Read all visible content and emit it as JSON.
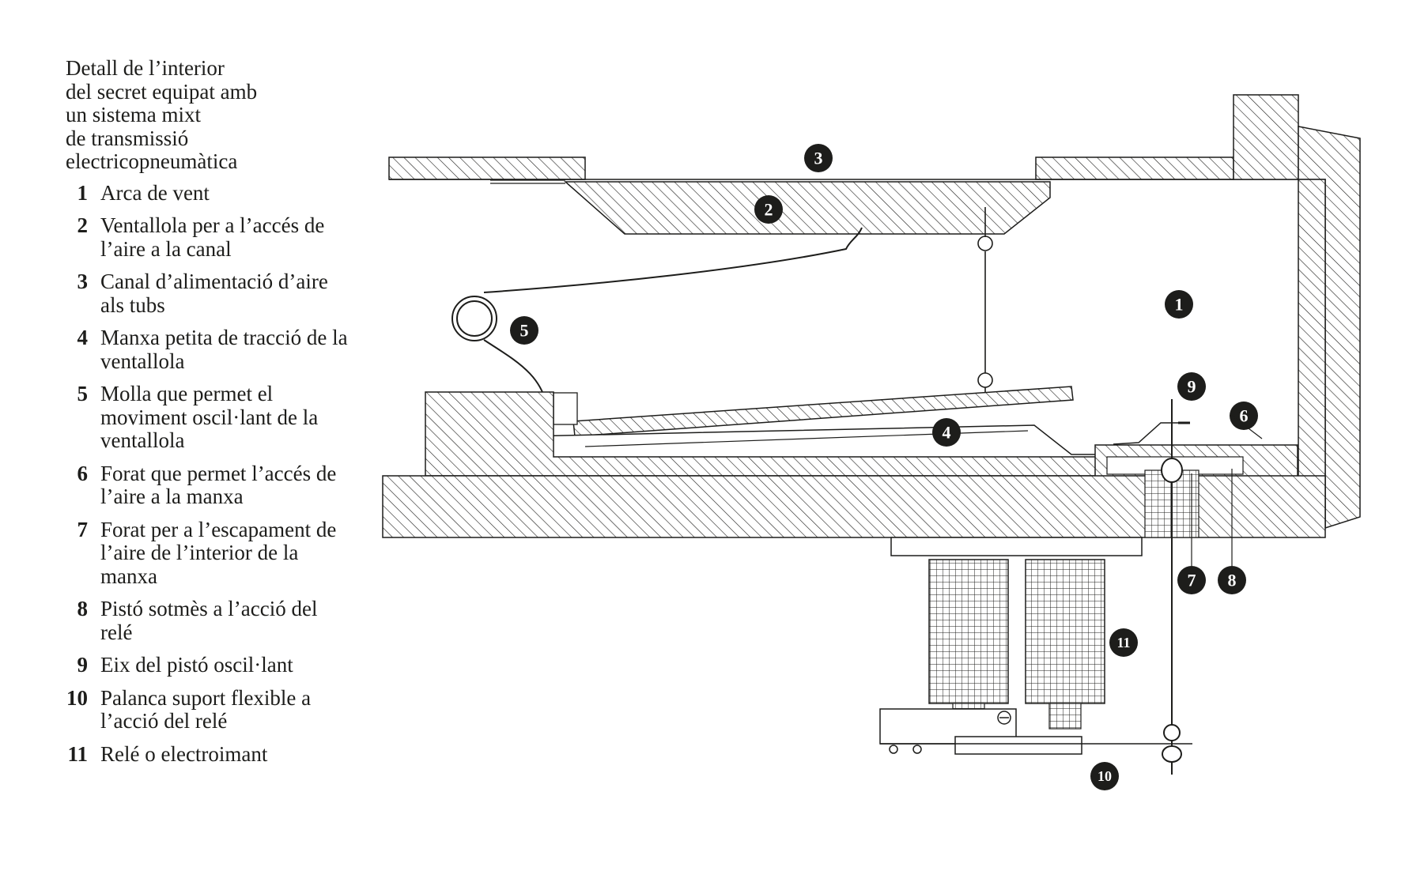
{
  "legend": {
    "title_lines": [
      "Detall de l’interior",
      "del secret equipat amb",
      "un sistema mixt",
      "de transmissió",
      "electricopneumàtica"
    ],
    "items": [
      {
        "num": "1",
        "text": "Arca de vent"
      },
      {
        "num": "2",
        "text": "Ventallola per a l’accés de l’aire a la canal"
      },
      {
        "num": "3",
        "text": "Canal d’alimentació d’aire als tubs"
      },
      {
        "num": "4",
        "text": "Manxa petita de tracció de la ventallola"
      },
      {
        "num": "5",
        "text": "Molla que permet el moviment oscil·lant de la ventallola"
      },
      {
        "num": "6",
        "text": "Forat que permet l’accés de l’aire a la manxa"
      },
      {
        "num": "7",
        "text": "Forat per a l’escapament de l’aire de l’interior de la manxa"
      },
      {
        "num": "8",
        "text": "Pistó sotmès a l’acció del relé"
      },
      {
        "num": "9",
        "text": "Eix del pistó oscil·lant"
      },
      {
        "num": "10",
        "text": "Palanca suport flexible a l’acció del relé"
      },
      {
        "num": "11",
        "text": "Relé o electroimant"
      }
    ]
  },
  "markers": [
    "1",
    "2",
    "3",
    "4",
    "5",
    "6",
    "7",
    "8",
    "9",
    "10",
    "11"
  ],
  "colors": {
    "ink": "#1d1d1b",
    "paper": "#ffffff"
  }
}
